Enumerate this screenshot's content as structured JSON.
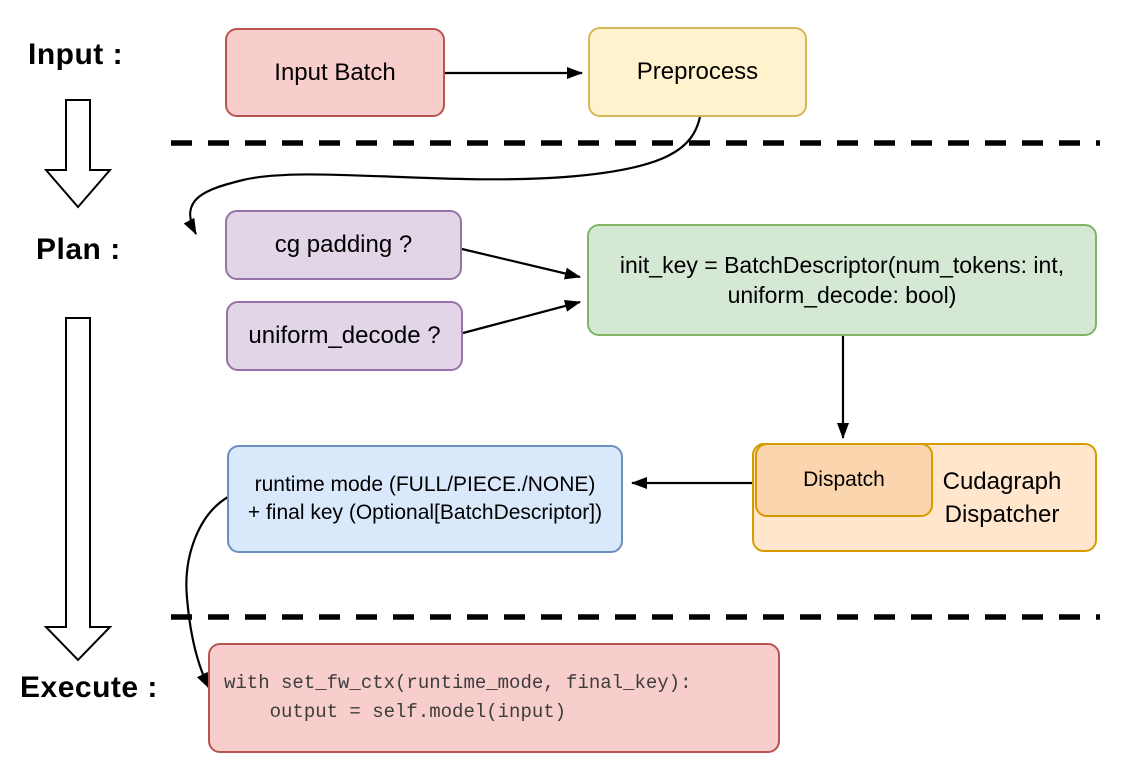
{
  "stages": {
    "input": "Input :",
    "plan": "Plan :",
    "execute": "Execute :"
  },
  "nodes": {
    "input_batch": {
      "label": "Input Batch"
    },
    "preprocess": {
      "label": "Preprocess"
    },
    "cg_padding": {
      "label": "cg padding ?"
    },
    "uniform_decode": {
      "label": "uniform_decode ?"
    },
    "init_key": {
      "lines": [
        "init_key = BatchDescriptor(num_tokens: int,",
        "uniform_decode: bool)"
      ]
    },
    "dispatch": {
      "label": "Dispatch"
    },
    "cudagraph_dispatcher": {
      "lines": [
        "Cudagraph",
        "Dispatcher"
      ]
    },
    "runtime_mode": {
      "lines": [
        "runtime mode (FULL/PIECE./NONE)",
        "+ final key (Optional[BatchDescriptor])"
      ]
    },
    "execute_code": {
      "lines": [
        "with set_fw_ctx(runtime_mode, final_key):",
        "    output = self.model(input)"
      ]
    }
  },
  "edges": [
    {
      "from": "input_batch",
      "to": "preprocess",
      "style": "straight-arrow"
    },
    {
      "from": "preprocess",
      "to": "cg_padding",
      "style": "curved-arrow"
    },
    {
      "from": "cg_padding",
      "to": "init_key",
      "style": "straight-arrow"
    },
    {
      "from": "uniform_decode",
      "to": "init_key",
      "style": "straight-arrow"
    },
    {
      "from": "init_key",
      "to": "dispatch",
      "style": "straight-arrow"
    },
    {
      "from": "dispatch",
      "to": "runtime_mode",
      "style": "straight-arrow"
    },
    {
      "from": "runtime_mode",
      "to": "execute_code",
      "style": "curved-arrow"
    },
    {
      "from": "stage-input",
      "to": "stage-plan",
      "style": "hollow-block-arrow"
    },
    {
      "from": "stage-plan",
      "to": "stage-execute",
      "style": "hollow-block-arrow"
    }
  ],
  "dividers": [
    {
      "position": "between-input-and-plan",
      "style": "dashed"
    },
    {
      "position": "between-plan-and-execute",
      "style": "dashed"
    }
  ],
  "colors": {
    "red_fill": "#f8cecc",
    "red_stroke": "#b85450",
    "yellow_fill": "#fff2cc",
    "yellow_stroke": "#d6b656",
    "purple_fill": "#e1d5e7",
    "purple_stroke": "#9673a6",
    "green_fill": "#d5e8d4",
    "green_stroke": "#82b366",
    "blue_fill": "#dae8fc",
    "blue_stroke": "#6c8ebf",
    "orange_fill": "#ffe6cc",
    "orange_inner_fill": "#fbd5ae",
    "orange_stroke": "#d79b00",
    "connector": "#000000",
    "code_text": "#3d3d3d"
  }
}
